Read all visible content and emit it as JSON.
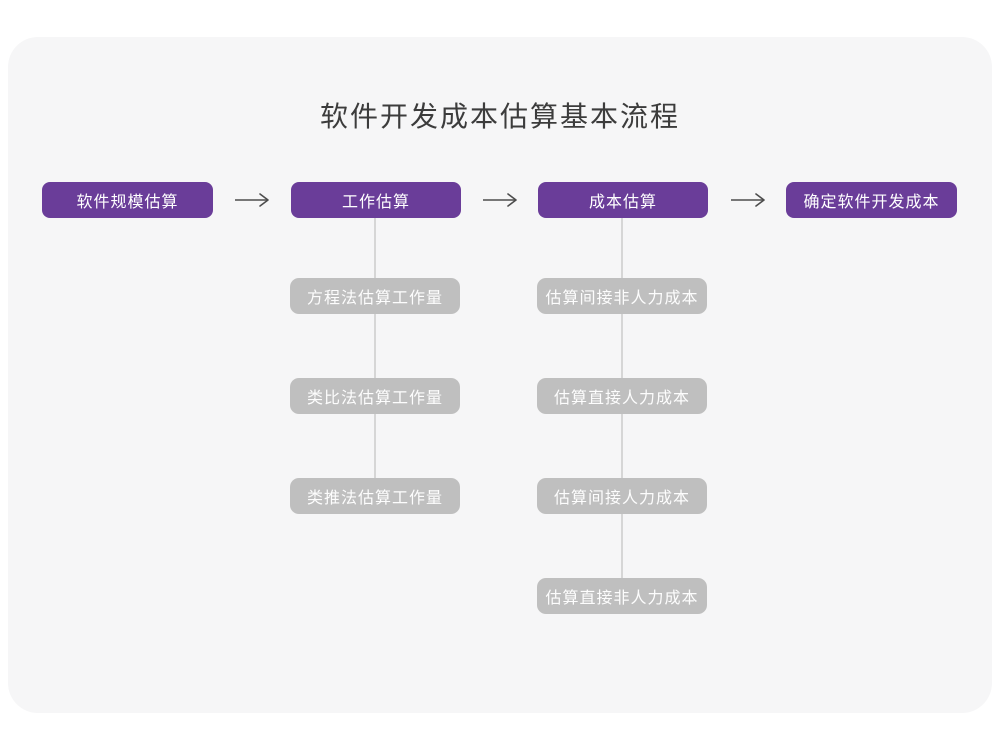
{
  "page": {
    "title": "软件开发成本估算基本流程"
  },
  "flow": {
    "steps": [
      {
        "label": "软件规模估算"
      },
      {
        "label": "工作估算"
      },
      {
        "label": "成本估算"
      },
      {
        "label": "确定软件开发成本"
      }
    ],
    "work_estimation_methods": [
      {
        "label": "方程法估算工作量"
      },
      {
        "label": "类比法估算工作量"
      },
      {
        "label": "类推法估算工作量"
      }
    ],
    "cost_estimation_steps": [
      {
        "label": "估算间接非人力成本"
      },
      {
        "label": "估算直接人力成本"
      },
      {
        "label": "估算间接人力成本"
      },
      {
        "label": "估算直接非人力成本"
      }
    ]
  },
  "colors": {
    "primary_box": "#6A3D99",
    "secondary_box": "#BFBFBF",
    "connector_line": "#D6D6D6",
    "arrow": "#4D4D4D",
    "card_background": "#F6F6F7",
    "box_text": "#FFFFFF",
    "title_text": "#3C3C3C"
  }
}
